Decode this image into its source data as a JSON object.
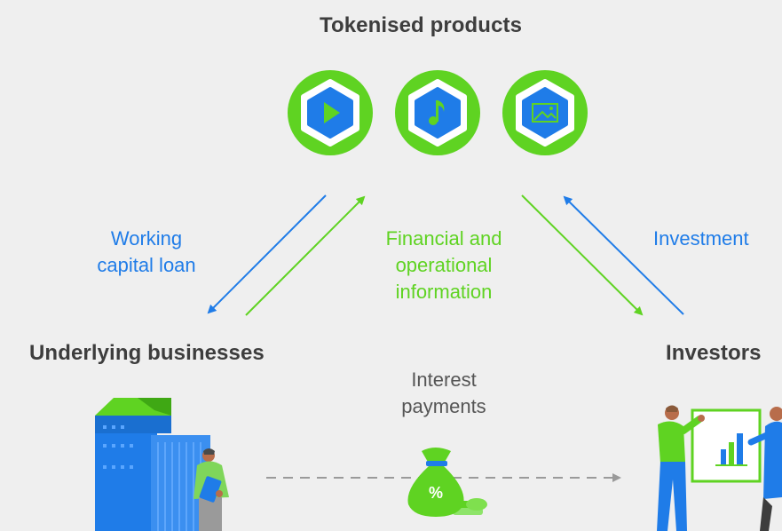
{
  "colors": {
    "background": "#efefef",
    "blue": "#1f7ce8",
    "green": "#5fd322",
    "heading": "#3d3d3d",
    "muted": "#555555"
  },
  "headings": {
    "top": "Tokenised products",
    "left": "Underlying businesses",
    "right": "Investors"
  },
  "token_icons": [
    {
      "icon": "play-icon"
    },
    {
      "icon": "music-note-icon"
    },
    {
      "icon": "image-icon"
    }
  ],
  "flows": {
    "working_capital": [
      "Working",
      "capital loan"
    ],
    "financial_info": [
      "Financial and",
      "operational",
      "information"
    ],
    "investment": "Investment",
    "interest": [
      "Interest",
      "payments"
    ]
  },
  "money_bag_symbol": "%"
}
